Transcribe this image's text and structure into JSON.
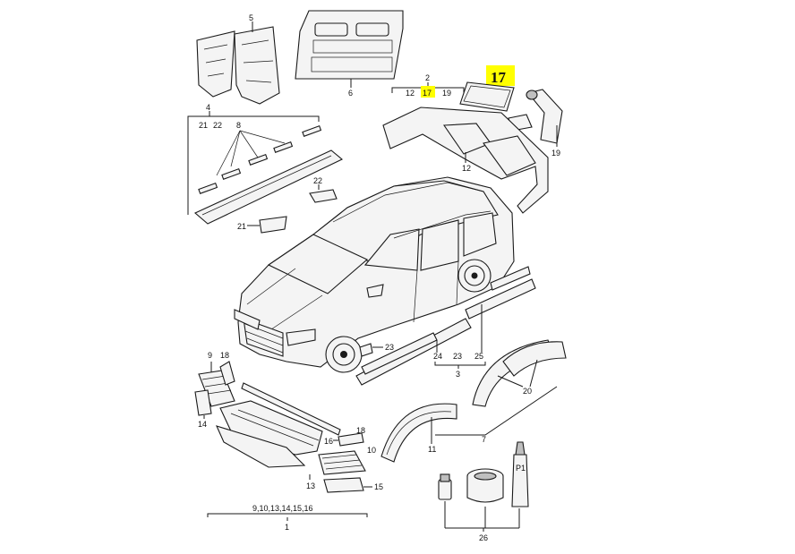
{
  "highlight": {
    "color": "#ffff00",
    "callout_label": "17",
    "inline_label": "17"
  },
  "labels": {
    "l1": "1",
    "l2": "2",
    "l3": "3",
    "l4": "4",
    "l5": "5",
    "l6": "6",
    "l7": "7",
    "l8": "8",
    "l9": "9",
    "l10": "10",
    "l11": "11",
    "l12a": "12",
    "l12b": "12",
    "l13": "13",
    "l14": "14",
    "l15": "15",
    "l16": "16",
    "l18a": "18",
    "l18b": "18",
    "l19a": "19",
    "l19b": "19",
    "l20": "20",
    "l21a": "21",
    "l21b": "21",
    "l22a": "22",
    "l22b": "22",
    "l23a": "23",
    "l23b": "23",
    "l24": "24",
    "l25": "25",
    "l26": "26",
    "group1": "9,10,13,14,15,16",
    "p1": "P1"
  }
}
